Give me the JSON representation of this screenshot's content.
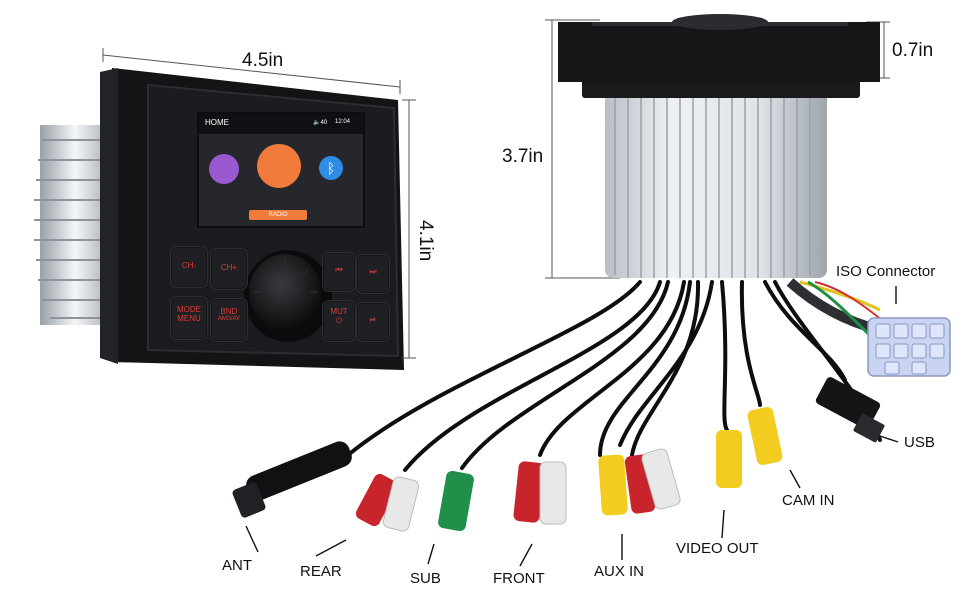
{
  "dimensions": {
    "width": "4.5in",
    "height": "4.1in",
    "depth": "3.7in",
    "flange": "0.7in"
  },
  "screen": {
    "title": "HOME",
    "volume": "40",
    "time": "12:04",
    "radio_label": "RADIO"
  },
  "keys": {
    "ch_minus": "CH-",
    "ch_plus": "CH+",
    "prev": "⏮",
    "next": "⏭",
    "mode": "MODE",
    "menu": "MENU",
    "bnd": "BND",
    "ams": "AMS/AV",
    "mut": "MUT",
    "power": "⏻",
    "play": "⏯"
  },
  "connectors": {
    "iso": "ISO Connector",
    "usb": "USB",
    "cam_in": "CAM IN",
    "video_out": "VIDEO OUT",
    "aux_in": "AUX IN",
    "front": "FRONT",
    "sub": "SUB",
    "rear": "REAR",
    "ant": "ANT"
  },
  "colors": {
    "accent_red": "#e23a3a",
    "rca_red": "#c8242b",
    "rca_white": "#e8e8e8",
    "rca_yellow": "#f2cc1f",
    "rca_green": "#1f8f4a",
    "iso_blue": "#c8d4f2",
    "radio_orange": "#f07b3b"
  }
}
